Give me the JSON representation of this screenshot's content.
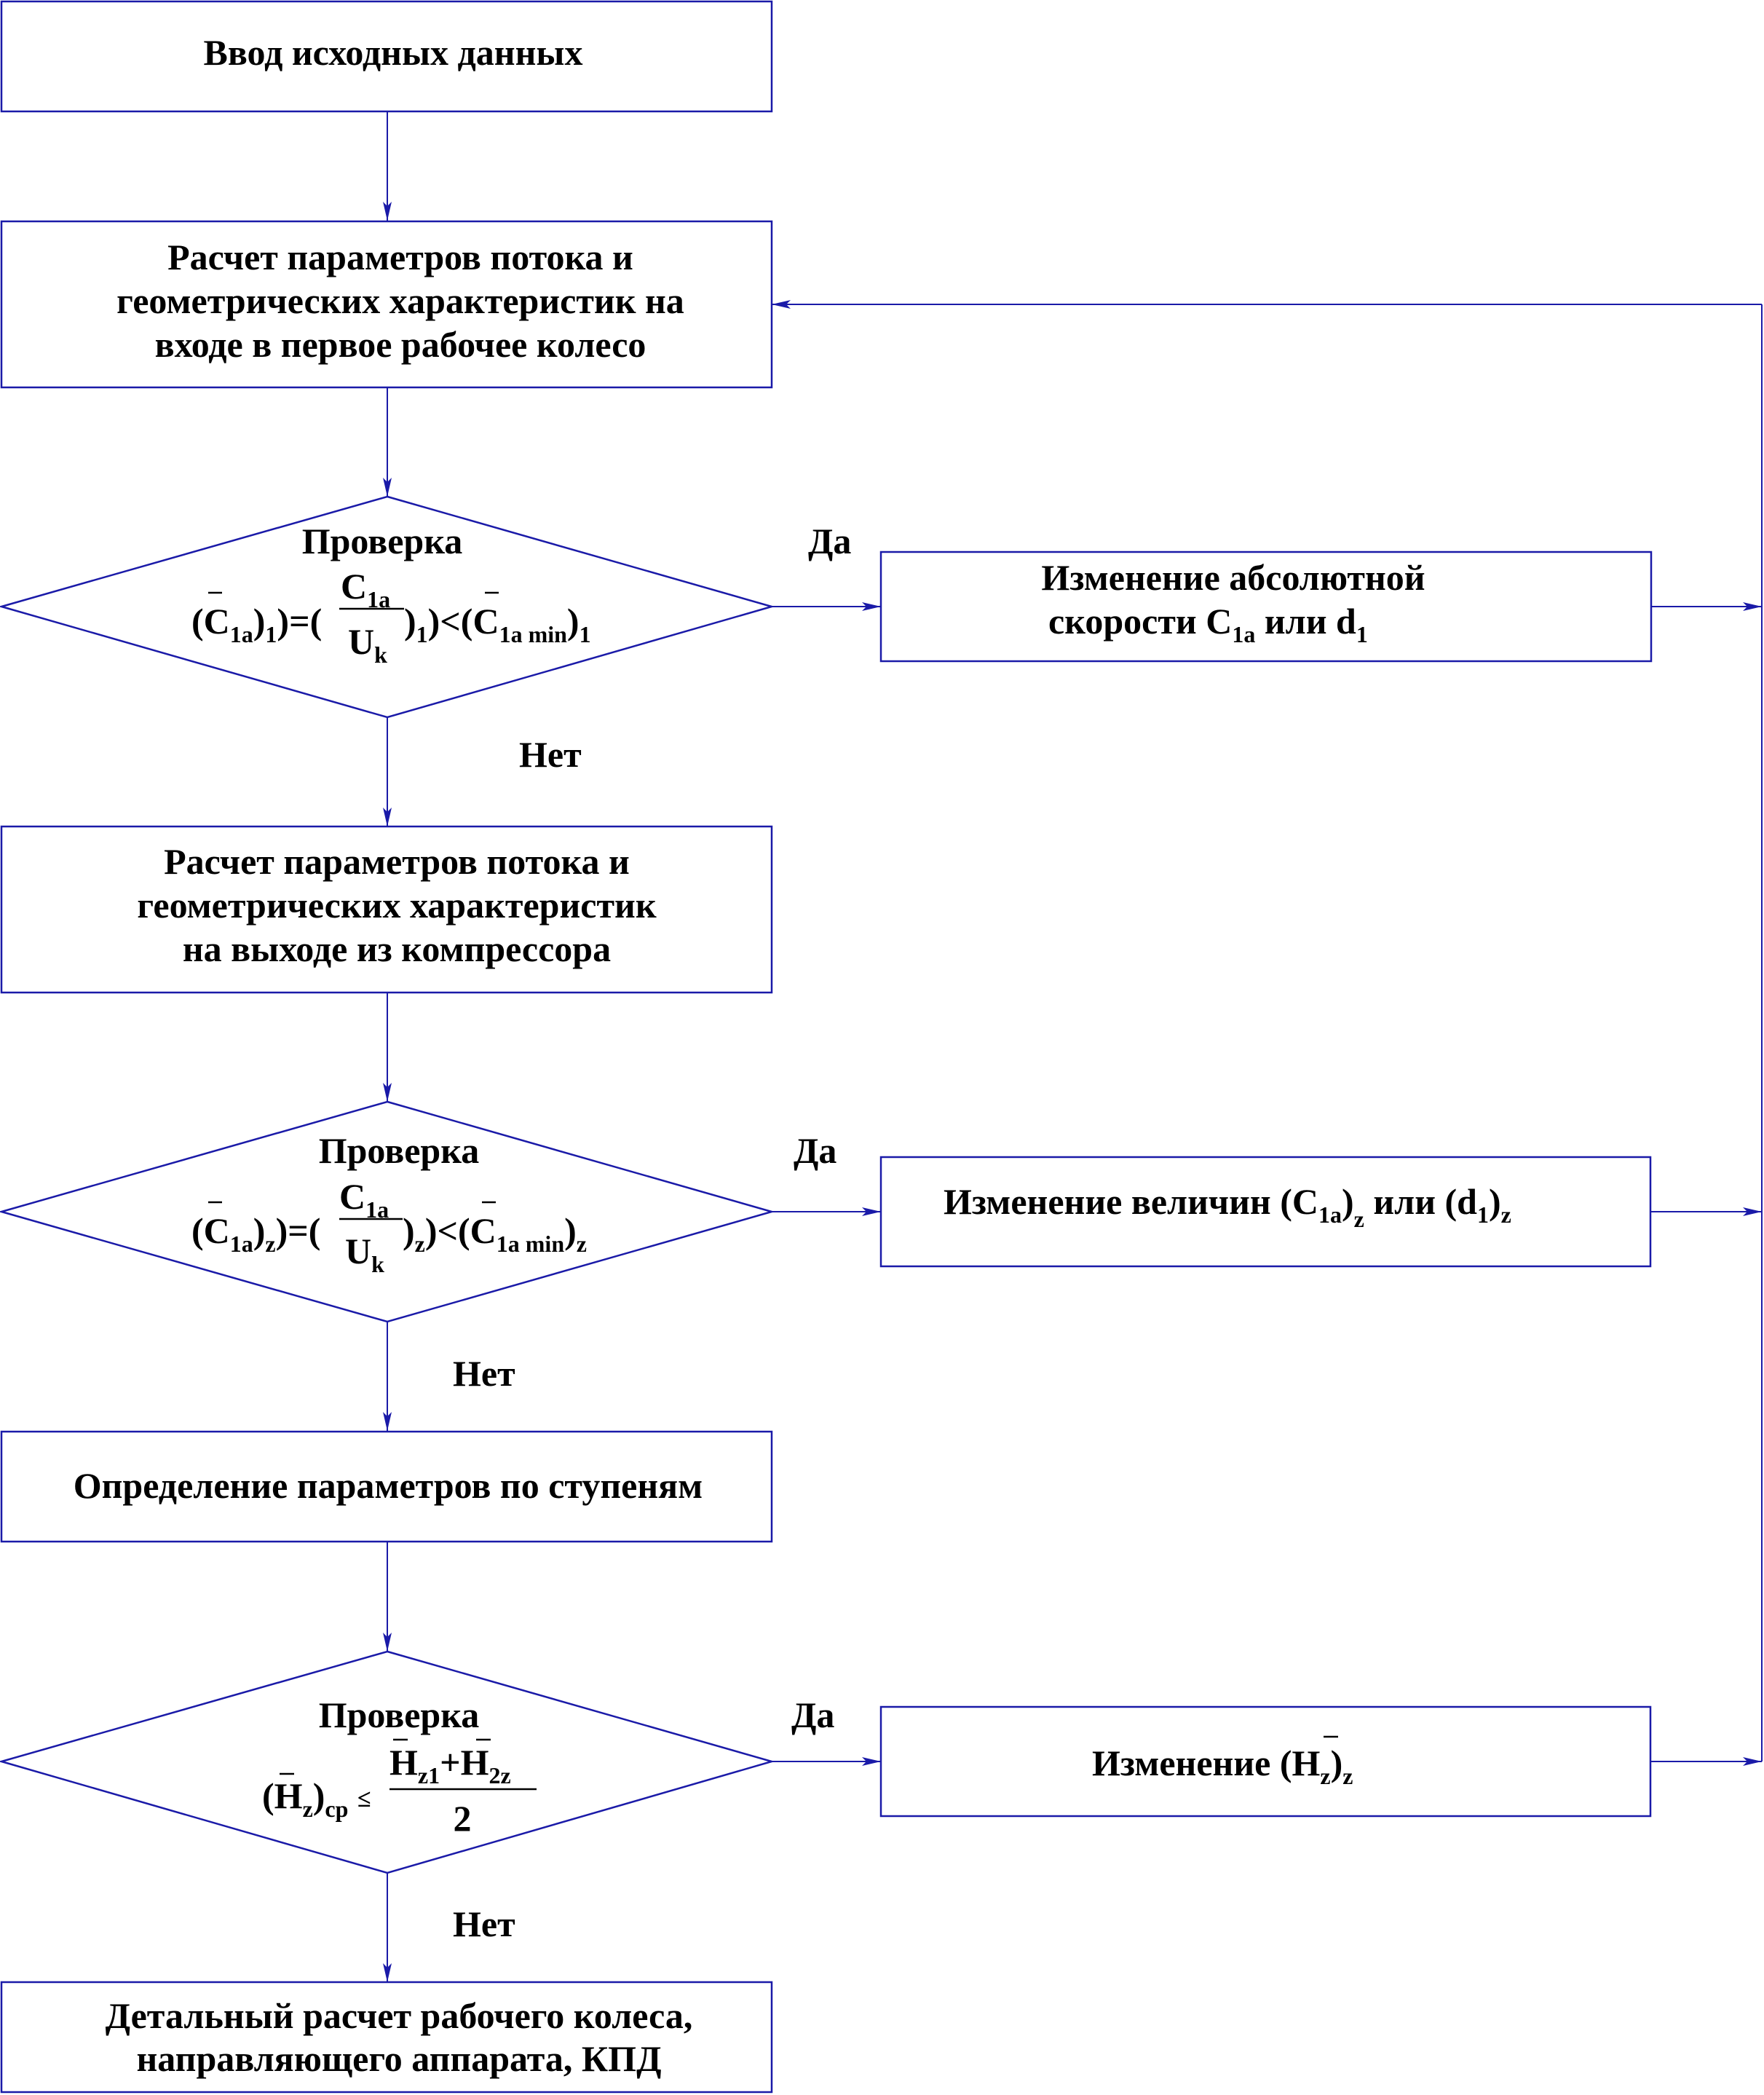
{
  "blocks": {
    "input": "Ввод исходных данных",
    "calc_inlet": [
      "Расчет параметров потока и",
      "геометрических характеристик на",
      "входе в первое рабочее колесо"
    ],
    "calc_outlet": [
      "Расчет параметров потока и",
      "геометрических характеристик",
      "на выходе из компрессора"
    ],
    "stages": "Определение параметров по ступеням",
    "detail": [
      "Детальный расчет рабочего колеса,",
      "направляющего аппарата, КПД"
    ],
    "change_abs": [
      "Изменение абсолютной",
      "скорости"
    ],
    "change_vel": "Изменение величин",
    "change_h": "Изменение"
  },
  "decisions": {
    "title": "Проверка",
    "yes": "Да",
    "no": "Нет"
  },
  "math": {
    "C": "C",
    "sub_1a": "1a",
    "sub_1amin": "1a min",
    "U": "U",
    "sub_k": "k",
    "sub_1": "1",
    "sub_z": "z",
    "sub_z1": "z1",
    "sub_2z": "2z",
    "sub_cp": "cp",
    "H": "H",
    "d": "d",
    "two": "2",
    "ili": "или",
    "plus": "+",
    "eq_open": ")=(",
    "lt_open": ")<(",
    "lp": "(",
    "rp": ")",
    "le": "≤"
  },
  "colors": {
    "line": "#1a1aa8",
    "text": "#000000"
  }
}
